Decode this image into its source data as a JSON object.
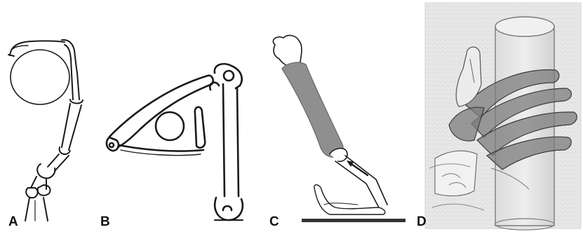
{
  "panels": [
    {
      "label": "A"
    },
    {
      "label": "B"
    },
    {
      "label": "C"
    },
    {
      "label": "D"
    }
  ],
  "colors": {
    "line": "#1a1a1a",
    "bone_fill": "#ffffff",
    "highlight_gray": "#8f8f8f",
    "photo_bg": "#e4e4e4",
    "surface": "#333333"
  }
}
